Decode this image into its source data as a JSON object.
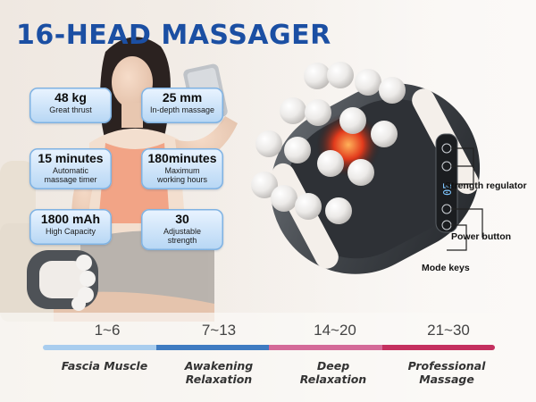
{
  "title": "16-HEAD MASSAGER",
  "specs": [
    {
      "value": "48 kg",
      "desc": "Great thrust"
    },
    {
      "value": "25 mm",
      "desc": "In-depth massage"
    },
    {
      "value": "15 minutes",
      "desc": "Automatic\nmassage timer"
    },
    {
      "value": "180minutes",
      "desc": "Maximum\nworking hours"
    },
    {
      "value": "1800 mAh",
      "desc": "High Capacity"
    },
    {
      "value": "30",
      "desc": "Adjustable\nstrength"
    }
  ],
  "callouts": {
    "strength": "Strength regulator",
    "power": "Power button",
    "mode": "Mode keys"
  },
  "display_readout": "0E",
  "levels": [
    {
      "range": "1~6",
      "label": "Fascia Muscle",
      "color": "#a9cdee"
    },
    {
      "range": "7~13",
      "label": "Awakening\nRelaxation",
      "color": "#3f7bc1"
    },
    {
      "range": "14~20",
      "label": "Deep\nRelaxation",
      "color": "#d46a98"
    },
    {
      "range": "21~30",
      "label": "Professional\nMassage",
      "color": "#c4305f"
    }
  ],
  "colors": {
    "title": "#1b4fa3",
    "spec_border": "#7fb2e2",
    "accent_red": "#e23a1c"
  }
}
